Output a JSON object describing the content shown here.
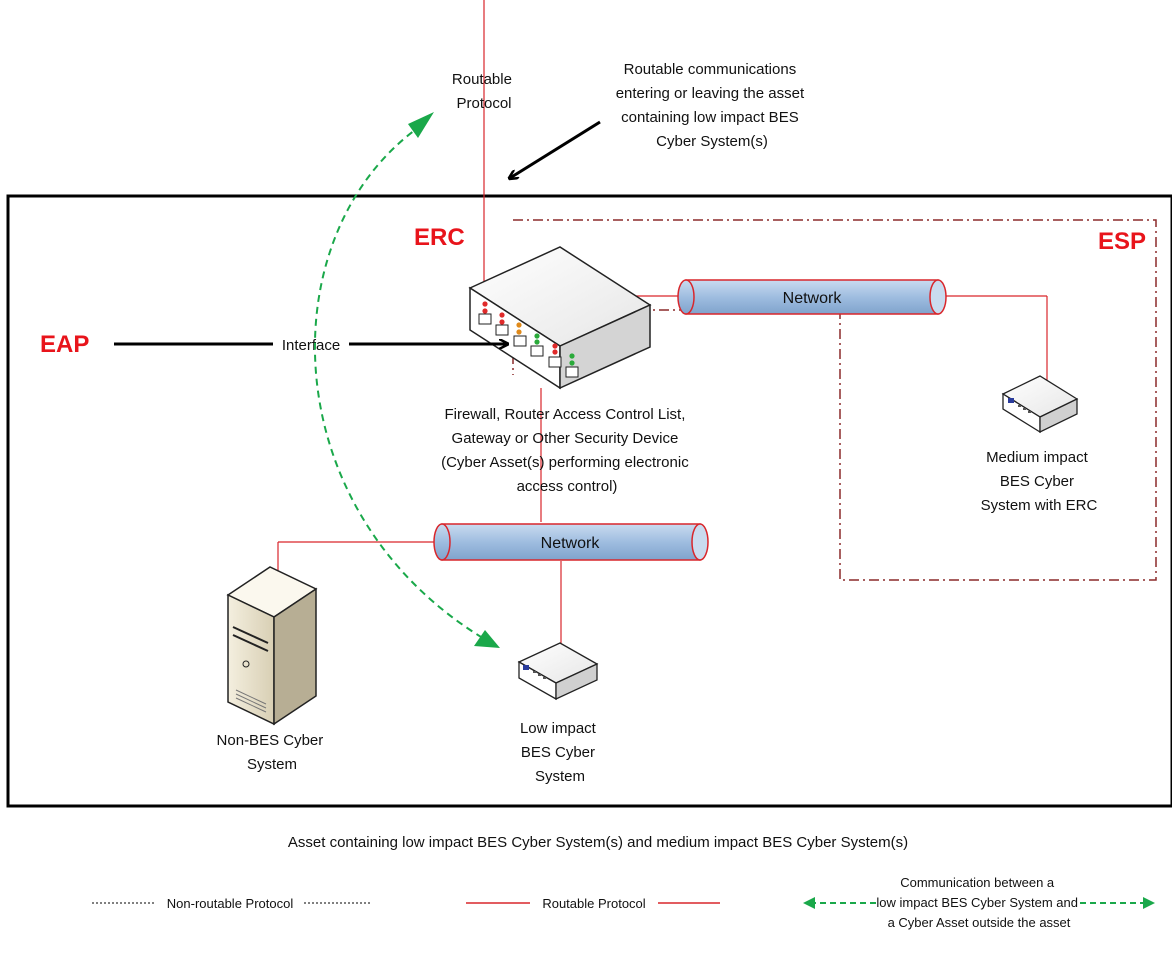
{
  "labels": {
    "routable_protocol_top": [
      "Routable",
      "Protocol"
    ],
    "routable_comms": [
      "Routable communications",
      "entering or leaving the asset",
      "containing low impact BES",
      "Cyber System(s)"
    ],
    "erc": "ERC",
    "esp": "ESP",
    "eap": "EAP",
    "interface": "Interface",
    "network_top": "Network",
    "network_bottom": "Network",
    "firewall": [
      "Firewall, Router Access Control List,",
      "Gateway or Other Security Device",
      "(Cyber Asset(s) performing electronic",
      "access control)"
    ],
    "medium_impact": [
      "Medium impact",
      "BES Cyber",
      "System with ERC"
    ],
    "non_bes": [
      "Non-BES Cyber",
      "System"
    ],
    "low_impact": [
      "Low impact",
      "BES Cyber",
      "System"
    ],
    "asset_caption": "Asset containing low impact BES Cyber System(s) and medium impact BES Cyber System(s)"
  },
  "legend": {
    "non_routable": "Non-routable Protocol",
    "routable": "Routable Protocol",
    "communication": [
      "Communication between a",
      "low impact BES Cyber System and",
      "a Cyber Asset outside the asset"
    ]
  },
  "colors": {
    "routable_line": "#d9262b",
    "label_red": "#e8141b",
    "communication_arrow": "#1aa84a",
    "esp_border": "#8b2a2a",
    "pipe_fill": "#a9c4e4"
  }
}
